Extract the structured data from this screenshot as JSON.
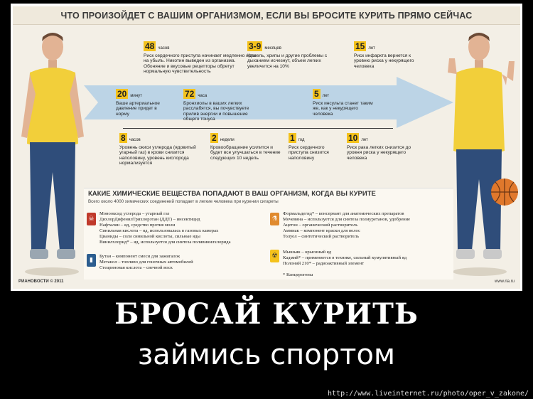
{
  "title": "ЧТО ПРОИЗОЙДЕТ С ВАШИМ ОРГАНИЗМОМ, ЕСЛИ ВЫ БРОСИТЕ КУРИТЬ ПРЯМО СЕЙЧАС",
  "timeline_top": [
    {
      "num": "48",
      "unit": "часов",
      "text": "Риск сердечного приступа начинает медленно идти на убыль. Никотин выведен из организма. Обоняние и вкусовые рецепторы обретут нормальную чувствительность"
    },
    {
      "num": "3-9",
      "unit": "месяцев",
      "text": "Кашель, хрипы и другие проблемы с дыханием исчезнут, объем легких увеличится на 10%"
    },
    {
      "num": "15",
      "unit": "лет",
      "text": "Риск инфаркта вернется к уровню риска у некурящего человека"
    }
  ],
  "timeline_mid": [
    {
      "num": "20",
      "unit": "минут",
      "text": "Ваше артериальное давление придет в норму"
    },
    {
      "num": "72",
      "unit": "часа",
      "text": "Бронхиолы в ваших легких расслабятся, вы почувствуете прилив энергии и повышение общего тонуса"
    },
    {
      "num": "5",
      "unit": "лет",
      "text": "Риск инсульта станет таким же, как у некурящего человека"
    }
  ],
  "timeline_bottom": [
    {
      "num": "8",
      "unit": "часов",
      "text": "Уровень окиси углерода (ядовитый угарный газ) в крови снизится наполовину, уровень кислорода нормализуется"
    },
    {
      "num": "2",
      "unit": "недели",
      "text": "Кровообращение усилится и будет все улучшаться в течение следующих 10 недель"
    },
    {
      "num": "1",
      "unit": "год",
      "text": "Риск сердечного приступа снизится наполовину"
    },
    {
      "num": "10",
      "unit": "лет",
      "text": "Риск рака легких снизится до уровня риска у некурящего человека"
    }
  ],
  "chem": {
    "header": "КАКИЕ ХИМИЧЕСКИЕ ВЕЩЕСТВА ПОПАДАЮТ В ВАШ ОРГАНИЗМ, КОГДА ВЫ КУРИТЕ",
    "subheader": "Всего около 4000 химических соединений попадает в легкие человека при курении сигареты",
    "group1": [
      "Монооксид углерода – угарный газ",
      "ДихлорДифенилТрихлорэтан (ДДТ) – инсектицид",
      "Нафталин – яд, средство против моли",
      "Синильная кислота – яд, использовалась в газовых камерах",
      "Цианиды – соли синильной кислоты, сильные яды",
      "Винилхлорид* – яд, используется для синтеза поливинилхлорида"
    ],
    "group2": [
      "Бутан – компонент смеси для зажигалок",
      "Метанол – топливо для гоночных автомобилей",
      "Стеариновая кислота – свечной воск"
    ],
    "group3": [
      "Формальдегид* – консервант для анатомических препаратов",
      "Мочевина – используется для синтеза полиуретанов, удобрение",
      "Ацетон – органический растворитель",
      "Аммиак – компонент краски для волос",
      "Толуол – синтетический растворитель"
    ],
    "group4": [
      "Мышьяк – крысиный яд",
      "Кадмий* – применяется в технике, сильный кумулятивный яд",
      "Полоний 210* – радиоактивный элемент",
      "",
      "* Канцерогены"
    ]
  },
  "footer_left": "РИАНОВОСТИ © 2011",
  "footer_right": "www.ria.ru",
  "caption_line1": "БРОСАЙ КУРИТЬ",
  "caption_line2": "займись спортом",
  "watermark_url": "http://www.liveinternet.ru/photo/oper_v_zakone/",
  "colors": {
    "accent_yellow": "#f4c21c",
    "arrow_blue": "#bcd4e6",
    "shirt": "#f2cf3a",
    "jeans": "#2f4d7a"
  }
}
